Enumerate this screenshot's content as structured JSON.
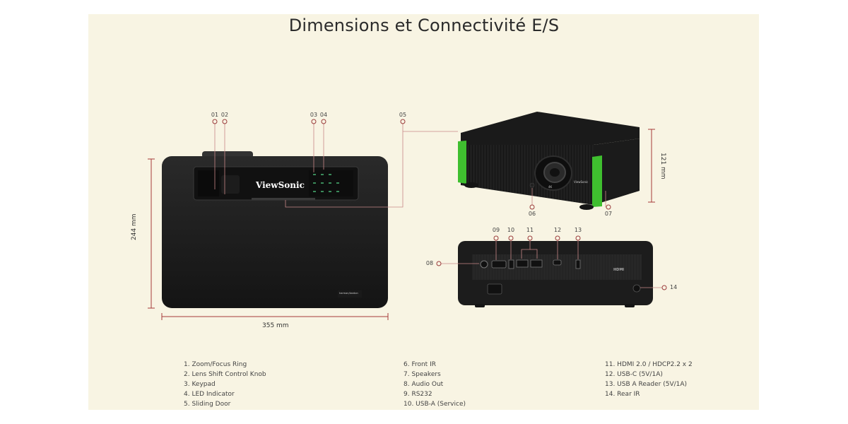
{
  "title": "Dimensions et Connectivité E/S",
  "dimensions": {
    "width": "355 mm",
    "depth": "244 mm",
    "height": "121 mm"
  },
  "brand": {
    "logo": "ViewSonic",
    "small_logo": "ViewSonic",
    "hdmi_mark": "HDMI",
    "harman": "harman/kardon",
    "lens_badge": "4K"
  },
  "callouts": [
    "01",
    "02",
    "03",
    "04",
    "05",
    "06",
    "07",
    "08",
    "09",
    "10",
    "11",
    "12",
    "13",
    "14"
  ],
  "legend": {
    "col1": [
      "1. Zoom/Focus Ring",
      "2. Lens Shift Control Knob",
      "3. Keypad",
      "4. LED Indicator",
      "5. Sliding Door"
    ],
    "col2": [
      "6. Front IR",
      "7. Speakers",
      "8. Audio Out",
      "9. RS232",
      "10. USB-A (Service)"
    ],
    "col3": [
      "11. HDMI 2.0 / HDCP2.2 x 2",
      "12. USB-C (5V/1A)",
      "13. USB A Reader (5V/1A)",
      "14. Rear IR"
    ]
  },
  "colors": {
    "background": "#f8f4e3",
    "body": "#1c1c1c",
    "accent_green": "#3fbf2f",
    "dimension_line": "#a63a3a",
    "callout_line": "#c88888"
  }
}
